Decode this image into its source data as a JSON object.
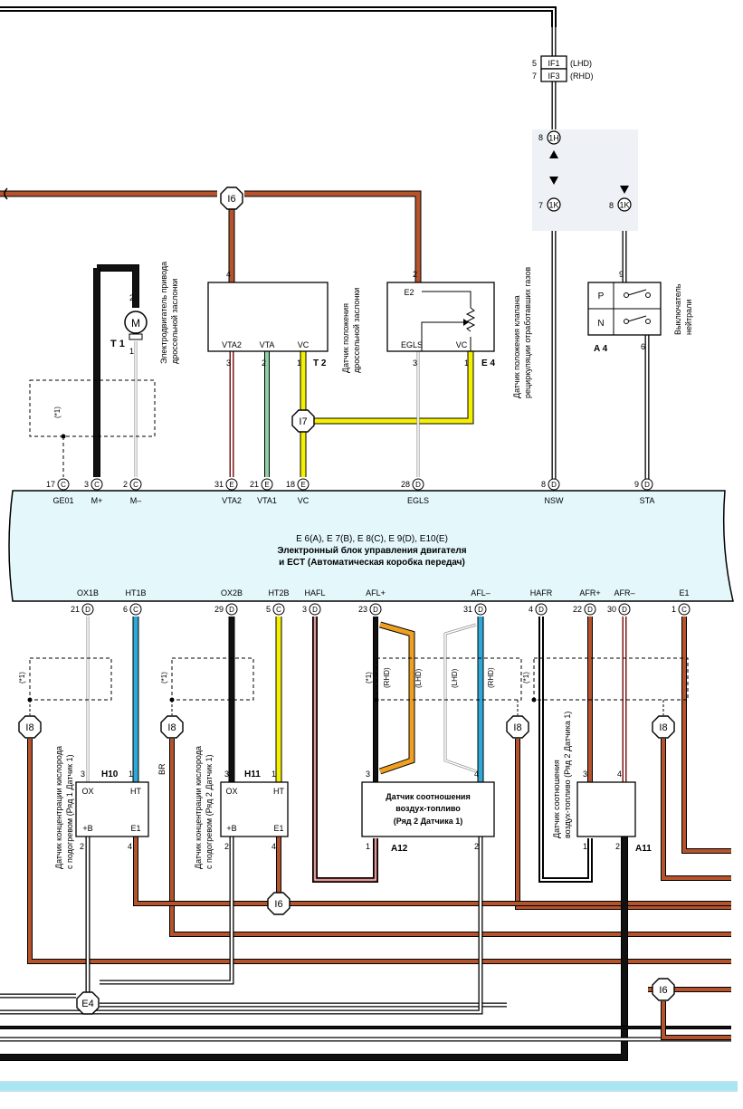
{
  "colors": {
    "brown": "#b4532c",
    "yellow": "#f4f000",
    "green": "#8fd0a8",
    "blue": "#2ea8d8",
    "orange": "#f0a020",
    "black": "#111111",
    "ecu_fill": "#e4f7fb",
    "cyan_bus": "#a8e6f4"
  },
  "fuse": {
    "rows": [
      {
        "pin": "5",
        "name": "IF1",
        "note": "(LHD)"
      },
      {
        "pin": "7",
        "name": "IF3",
        "note": "(RHD)"
      }
    ]
  },
  "connectors": {
    "1H": {
      "label": "1H",
      "pin": "8"
    },
    "1K_left": {
      "label": "1K",
      "pin": "7"
    },
    "1K_right": {
      "label": "1K",
      "pin": "8"
    },
    "I6_top": "I6",
    "I7": "I7",
    "I8": [
      "I8",
      "I8",
      "I8",
      "I8"
    ],
    "I6_mid": "I6",
    "E4": "E4",
    "I6_bottom": "I6"
  },
  "components": {
    "throttle_motor": {
      "id": "T 1",
      "motor_symbol": "M",
      "pin_top": "2",
      "pin_bottom": "1",
      "caption": [
        "Электродвигатель привода",
        "дроссельной заслонки"
      ]
    },
    "throttle_sensor": {
      "id": "T 2",
      "pins_in": [
        "VTA2",
        "VTA",
        "VC"
      ],
      "pin_top": "4",
      "pin_numbers": [
        "3",
        "2",
        "1"
      ],
      "caption": [
        "Датчик положения",
        "дроссельной заслонки"
      ]
    },
    "egr_sensor": {
      "id": "E 4",
      "labels": [
        "E2",
        "EGLS",
        "VC"
      ],
      "pin_top": "2",
      "pin_numbers": [
        "3",
        "1"
      ],
      "caption": [
        "Датчик положения клапана",
        "рециркуляции отработавших газов"
      ]
    },
    "neutral_switch": {
      "id": "A 4",
      "positions": [
        "P",
        "N"
      ],
      "pin_top": "9",
      "pin_bottom": "6",
      "caption": [
        "Выключатель",
        "нейтрали"
      ]
    },
    "o2_sensor_1": {
      "id": "H10",
      "labels": [
        "OX",
        "HT",
        "+B",
        "E1"
      ],
      "pins": [
        "3",
        "1",
        "2",
        "4"
      ],
      "caption": [
        "Датчик концентрации кислорода",
        "с подогревом (Ряд 1 Датчик 1)"
      ]
    },
    "o2_sensor_2": {
      "id": "H11",
      "labels": [
        "OX",
        "HT",
        "+B",
        "E1"
      ],
      "pins": [
        "3",
        "1",
        "2",
        "4"
      ],
      "wire_note": "BR",
      "caption": [
        "Датчик концентрации кислорода",
        "с подогревом (Ряд 2 Датчик 1)"
      ]
    },
    "af_sensor_2": {
      "id": "A12",
      "lines": [
        "Датчик соотношения",
        "воздух-топливо",
        "(Ряд 2 Датчика 1)"
      ],
      "pins": [
        "3",
        "4",
        "1",
        "2"
      ],
      "wire_notes": [
        "(RHD)",
        "(LHD)",
        "(LHD)",
        "(RHD)"
      ]
    },
    "af_sensor_1": {
      "id": "A11",
      "pins": [
        "3",
        "4",
        "1",
        "2"
      ],
      "caption": [
        "Датчик соотношения",
        "воздух-топливо (Ряд 2 Датчика 1)"
      ]
    }
  },
  "shield_note": "(*1)",
  "ecu": {
    "title_lines": [
      "E 6(A), E 7(B), E 8(C), E 9(D), E10(E)",
      "Электронный блок управления двигателя",
      "и ECT (Автоматическая коробка передач)"
    ],
    "top_pins": [
      {
        "num": "17",
        "conn": "C",
        "label": "GE01"
      },
      {
        "num": "3",
        "conn": "C",
        "label": "M+"
      },
      {
        "num": "2",
        "conn": "C",
        "label": "M–"
      },
      {
        "num": "31",
        "conn": "E",
        "label": "VTA2"
      },
      {
        "num": "21",
        "conn": "E",
        "label": "VTA1"
      },
      {
        "num": "18",
        "conn": "E",
        "label": "VC"
      },
      {
        "num": "28",
        "conn": "D",
        "label": "EGLS"
      },
      {
        "num": "8",
        "conn": "D",
        "label": "NSW"
      },
      {
        "num": "9",
        "conn": "D",
        "label": "STA"
      }
    ],
    "bottom_pins": [
      {
        "num": "21",
        "conn": "D",
        "label": "OX1B"
      },
      {
        "num": "6",
        "conn": "C",
        "label": "HT1B"
      },
      {
        "num": "29",
        "conn": "D",
        "label": "OX2B"
      },
      {
        "num": "5",
        "conn": "C",
        "label": "HT2B"
      },
      {
        "num": "3",
        "conn": "D",
        "label": "HAFL"
      },
      {
        "num": "23",
        "conn": "D",
        "label": "AFL+"
      },
      {
        "num": "31",
        "conn": "D",
        "label": "AFL–"
      },
      {
        "num": "4",
        "conn": "D",
        "label": "HAFR"
      },
      {
        "num": "22",
        "conn": "D",
        "label": "AFR+"
      },
      {
        "num": "30",
        "conn": "D",
        "label": "AFR–"
      },
      {
        "num": "1",
        "conn": "C",
        "label": "E1"
      }
    ]
  }
}
